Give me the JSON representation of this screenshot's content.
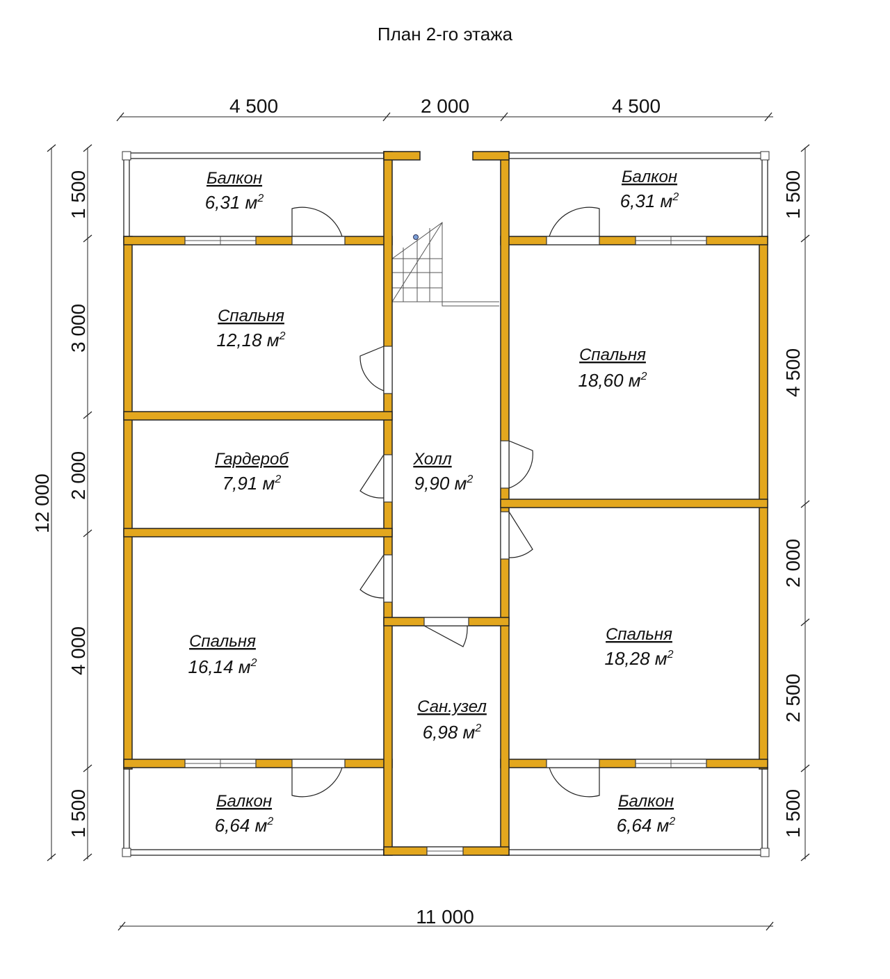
{
  "title": "План 2-го этажа",
  "dimensions": {
    "top": [
      "4 500",
      "2 000",
      "4 500"
    ],
    "bottom": "11 000",
    "left_total": "12 000",
    "left": [
      "1 500",
      "3 000",
      "2 000",
      "4 000",
      "1 500"
    ],
    "right": [
      "1 500",
      "4 500",
      "2 000",
      "2 500",
      "1 500"
    ]
  },
  "rooms": {
    "balcony_top_left": {
      "name": "Балкон",
      "area": "6,31 м",
      "unit_sup": "2"
    },
    "balcony_top_right": {
      "name": "Балкон",
      "area": "6,31 м",
      "unit_sup": "2"
    },
    "bedroom_top_left": {
      "name": "Спальня",
      "area": "12,18 м",
      "unit_sup": "2"
    },
    "wardrobe": {
      "name": "Гардероб",
      "area": "7,91 м",
      "unit_sup": "2"
    },
    "hall": {
      "name": "Холл",
      "area": "9,90 м",
      "unit_sup": "2"
    },
    "bedroom_top_right": {
      "name": "Спальня",
      "area": "18,60 м",
      "unit_sup": "2"
    },
    "bedroom_bottom_left": {
      "name": "Спальня",
      "area": "16,14 м",
      "unit_sup": "2"
    },
    "bathroom": {
      "name": "Сан.узел",
      "area": "6,98 м",
      "unit_sup": "2"
    },
    "bedroom_bottom_right": {
      "name": "Спальня",
      "area": "18,28 м",
      "unit_sup": "2"
    },
    "balcony_bottom_left": {
      "name": "Балкон",
      "area": "6,64 м",
      "unit_sup": "2"
    },
    "balcony_bottom_right": {
      "name": "Балкон",
      "area": "6,64 м",
      "unit_sup": "2"
    }
  },
  "colors": {
    "wall_fill": "#e3a71e",
    "line": "#222222",
    "background": "#ffffff"
  }
}
